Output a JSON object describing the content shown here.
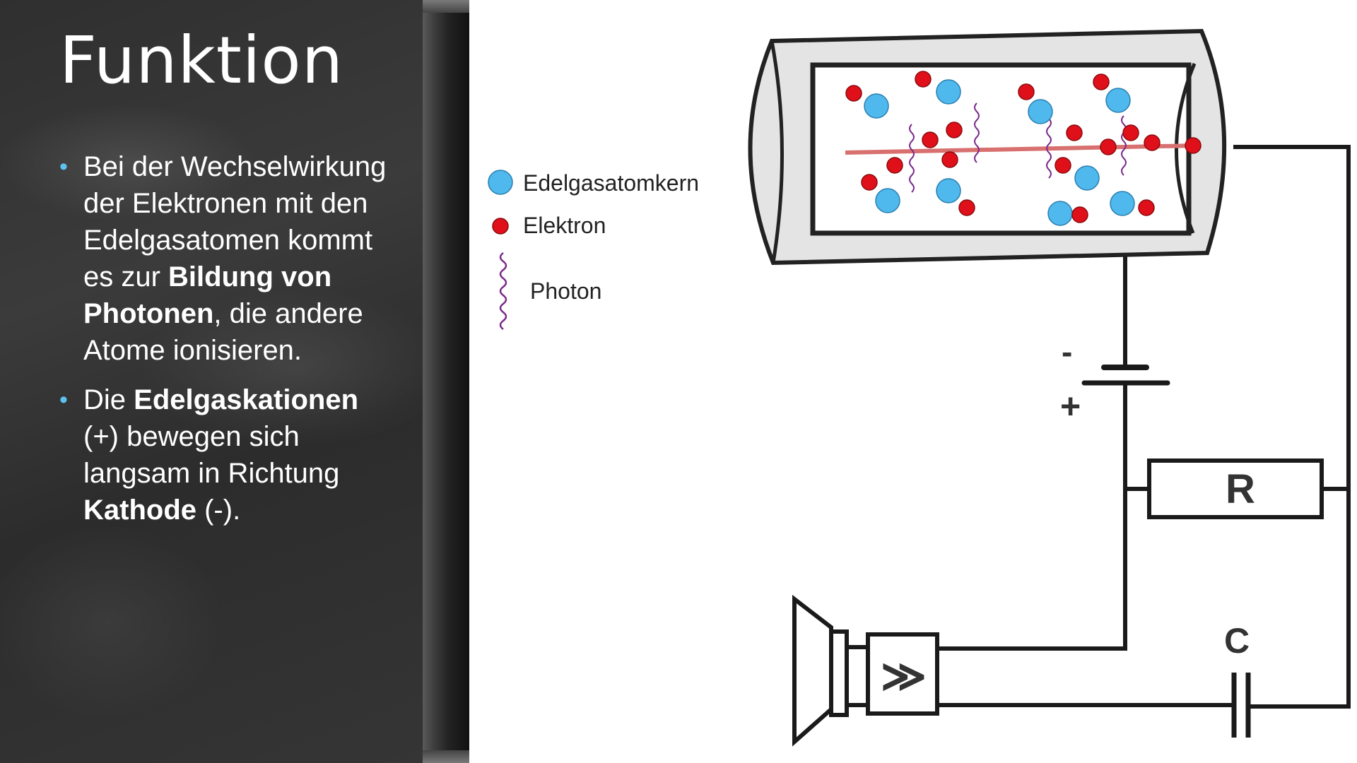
{
  "slide": {
    "title": "Funktion",
    "bullets": [
      {
        "parts": [
          {
            "text": "Bei der Wechselwirkung der Elektronen mit den Edelgasatomen kommt es zur ",
            "bold": false
          },
          {
            "text": "Bildung von Photonen",
            "bold": true
          },
          {
            "text": ", die andere Atome ionisieren.",
            "bold": false
          }
        ]
      },
      {
        "parts": [
          {
            "text": "Die ",
            "bold": false
          },
          {
            "text": "Edelgaskationen",
            "bold": true
          },
          {
            "text": " (+) bewegen sich langsam in Richtung ",
            "bold": false
          },
          {
            "text": "Kathode",
            "bold": true
          },
          {
            "text": " (-).",
            "bold": false
          }
        ]
      }
    ],
    "bullet_color": "#5cc2f0"
  },
  "legend": {
    "nucleus": "Edelgasatomkern",
    "electron": "Elektron",
    "photon": "Photon"
  },
  "circuit": {
    "minus": "-",
    "plus": "+",
    "resistor": "R",
    "capacitor": "C",
    "amplifier": "≫"
  },
  "colors": {
    "nucleus": "#4fb8ec",
    "electron": "#e0101a",
    "photon": "#7a2a8a",
    "beam": "#d87070",
    "wire": "#1a1a1a"
  }
}
